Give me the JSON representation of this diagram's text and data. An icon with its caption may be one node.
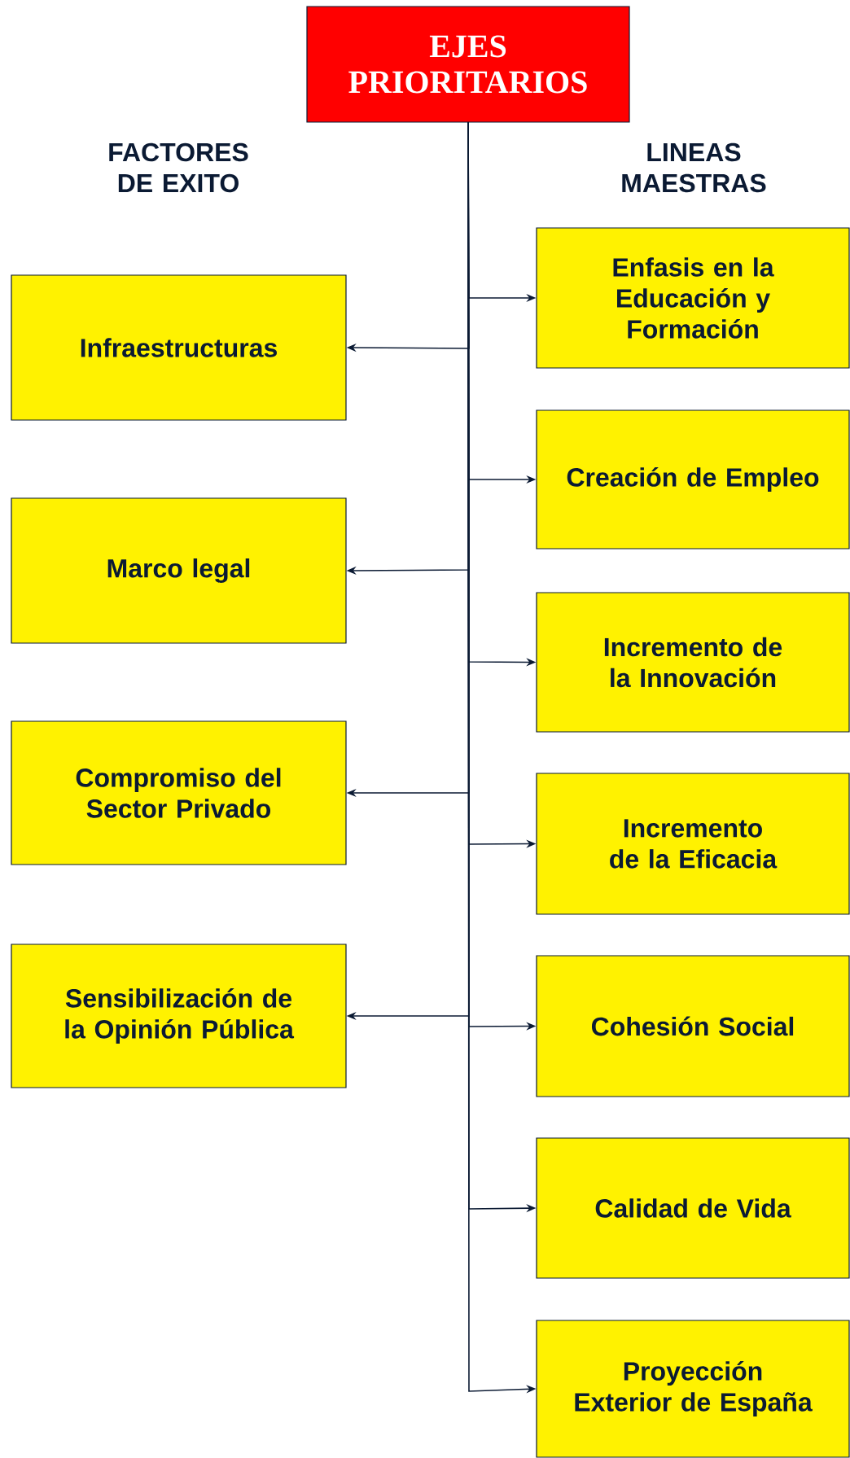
{
  "diagram": {
    "nodes": [
      {
        "text": [
          "EJES PRIORITARIOS"
        ]
      },
      {
        "text": [
          "Infraestructuras"
        ]
      },
      {
        "text": [
          "Marco legal"
        ]
      },
      {
        "text": [
          "Compromiso del Sector Privado"
        ]
      },
      {
        "text": [
          "Sensibilización de la Opinión Pública"
        ]
      },
      {
        "text": [
          "Enfasis en la Educación y Formación"
        ]
      },
      {
        "text": [
          "Creación de Empleo"
        ]
      },
      {
        "text": [
          "Incremento de la Innovación"
        ]
      },
      {
        "text": [
          "Incremento de la Eficacia"
        ]
      },
      {
        "text": [
          "Cohesión Social"
        ]
      },
      {
        "text": [
          "Calidad de Vida"
        ]
      },
      {
        "text": [
          "Proyección Exterior de España"
        ]
      }
    ],
    "edges": [
      {
        "from": 0,
        "to": 1,
        "arrow": "to"
      },
      {
        "from": 0,
        "to": 2,
        "arrow": "to"
      },
      {
        "from": 0,
        "to": 3,
        "arrow": "to"
      },
      {
        "from": 0,
        "to": 4,
        "arrow": "to"
      },
      {
        "from": 0,
        "to": 5,
        "arrow": "to"
      },
      {
        "from": 0,
        "to": 6,
        "arrow": "to"
      },
      {
        "from": 0,
        "to": 7,
        "arrow": "to"
      },
      {
        "from": 0,
        "to": 8,
        "arrow": "to"
      },
      {
        "from": 0,
        "to": 9,
        "arrow": "to"
      },
      {
        "from": 0,
        "to": 10,
        "arrow": "to"
      },
      {
        "from": 0,
        "to": 11,
        "arrow": "to"
      }
    ],
    "labels": [
      "FACTORES DE EXITO",
      "LINEAS MAESTRAS"
    ]
  }
}
